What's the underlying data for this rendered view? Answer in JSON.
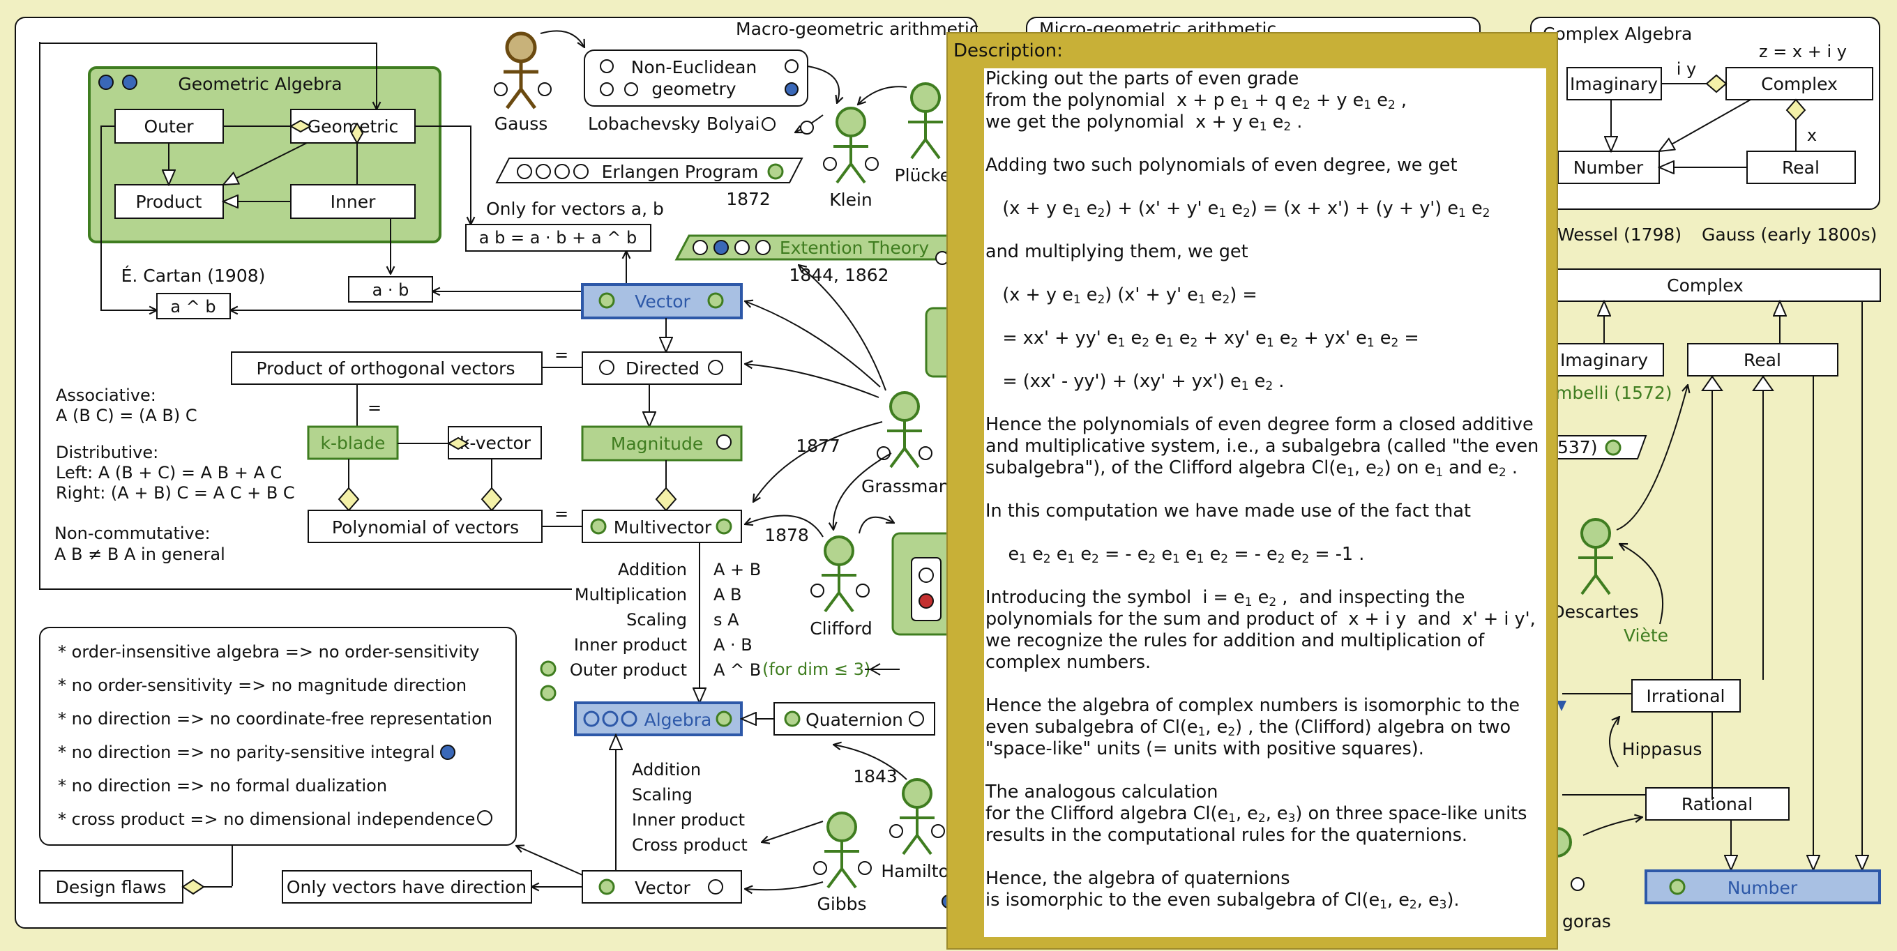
{
  "macro_panel": {
    "title": "Macro-geometric arithmetic",
    "geometric_algebra": {
      "title": "Geometric Algebra",
      "outer": "Outer",
      "geometric": "Geometric",
      "product": "Product",
      "inner": "Inner"
    },
    "gauss": "Gauss",
    "non_euclidean_1": "Non-Euclidean",
    "non_euclidean_2": "geometry",
    "lobachevsky": "Lobachevsky",
    "bolyai": "Bolyai",
    "erlangen": "Erlangen Program",
    "year_1872": "1872",
    "klein": "Klein",
    "plucker": "Plücker",
    "only_vectors_ab": "Only for vectors a, b",
    "ab_formula": "a b = a · b + a ^ b",
    "extension_theory": "Extention Theory",
    "year_1844_1862": "1844, 1862",
    "cartan": "É. Cartan (1908)",
    "a_wedge_b": "a ^ b",
    "a_dot_b": "a · b",
    "vector_top": "Vector",
    "product_orthogonal": "Product of orthogonal  vectors",
    "equals": "=",
    "directed": "Directed",
    "associative_1": "Associative:",
    "associative_2": "A (B C) = (A B) C",
    "distributive_1": "Distributive:",
    "distributive_2": "Left:   A (B + C) = A B + A C",
    "distributive_3": "Right: (A + B) C = A C + B C",
    "noncomm_1": "Non-commutative:",
    "noncomm_2": "A B ≠ B A in general",
    "k_blade": "k-blade",
    "k_vector": "k-vector",
    "magnitude": "Magnitude",
    "year_1877": "1877",
    "grassmann": "Grassmann",
    "polynomial_vectors": "Polynomial of vectors",
    "multivector": "Multivector",
    "year_1878": "1878",
    "clifford": "Clifford",
    "ops": [
      {
        "name": "Addition",
        "val": "A + B"
      },
      {
        "name": "Multiplication",
        "val": "A B"
      },
      {
        "name": "Scaling",
        "val": "s A"
      },
      {
        "name": "Inner product",
        "val": "A · B"
      },
      {
        "name": "Outer product",
        "val": "A ^ B"
      }
    ],
    "for_dim": "(for dim ≤ 3)",
    "flaws": [
      "* order-insensitive algebra => no order-sensitivity",
      "* no order-sensitivity => no magnitude direction",
      "* no direction => no coordinate-free representation",
      "* no direction => no parity-sensitive integral",
      "* no direction => no formal dualization",
      "* cross product => no dimensional independence"
    ],
    "algebra": "Algebra",
    "quaternion": "Quaternion",
    "year_1843": "1843",
    "hamilton": "Hamilton",
    "gibbs": "Gibbs",
    "vec_ops": [
      "Addition",
      "Scaling",
      "Inner product",
      "Cross product"
    ],
    "design_flaws": "Design flaws",
    "only_vectors_direction": "Only vectors have direction",
    "vector_bottom": "Vector"
  },
  "micro_panel": {
    "title": "Micro-geometric arithmetic"
  },
  "complex_panel": {
    "title": "Complex Algebra",
    "imaginary": "Imaginary",
    "complex": "Complex",
    "number": "Number",
    "real": "Real",
    "iy": "i y",
    "zxiy": "z = x + i y",
    "x": "x"
  },
  "right_side": {
    "wessel": "Wessel (1798)",
    "gauss_early": "Gauss (early 1800s)",
    "complex": "Complex",
    "imaginary": "Imaginary",
    "real": "Real",
    "bombelli": "mbelli (1572)",
    "cut_537": "537)",
    "descartes": "Descartes",
    "viete": "Viète",
    "irrational": "Irrational",
    "hippasus": "Hippasus",
    "rational": "Rational",
    "number": "Number",
    "goras": "goras"
  },
  "description": {
    "title": "Description:",
    "lines": [
      "Picking out the parts of even grade",
      "from the polynomial  x + p e<sub>1</sub> + q e<sub>2</sub> + y e<sub>1</sub> e<sub>2</sub> ,",
      "we get the polynomial  x + y e<sub>1</sub> e<sub>2</sub> .",
      "",
      "Adding two such polynomials of even degree, we get",
      "",
      "   (x + y e<sub>1</sub> e<sub>2</sub>) + (x' + y' e<sub>1</sub> e<sub>2</sub>) = (x + x') + (y + y') e<sub>1</sub> e<sub>2</sub>",
      "",
      "and multiplying them, we get",
      "",
      "   (x + y e<sub>1</sub> e<sub>2</sub>) (x' + y' e<sub>1</sub> e<sub>2</sub>) =",
      "",
      "   = xx' + yy' e<sub>1</sub> e<sub>2</sub> e<sub>1</sub> e<sub>2</sub> + xy' e<sub>1</sub> e<sub>2</sub> + yx' e<sub>1</sub> e<sub>2</sub> =",
      "",
      "   = (xx' - yy') + (xy' + yx') e<sub>1</sub> e<sub>2</sub> .",
      "",
      "Hence the polynomials of even degree form a closed additive",
      "and multiplicative system, i.e., a subalgebra (called \"the even",
      "subalgebra\"), of the Clifford algebra Cl(e<sub>1</sub>, e<sub>2</sub>) on e<sub>1</sub> and e<sub>2</sub> .",
      "",
      "In this computation we have made use of the fact that",
      "",
      "    e<sub>1</sub> e<sub>2</sub> e<sub>1</sub> e<sub>2</sub> = - e<sub>2</sub> e<sub>1</sub> e<sub>1</sub> e<sub>2</sub> = - e<sub>2</sub> e<sub>2</sub> = -1 .",
      "",
      "Introducing the symbol  i = e<sub>1</sub> e<sub>2</sub> ,  and inspecting the",
      "polynomials for the sum and product of  x + i y  and  x' + i y',",
      "we recognize the rules for addition and multiplication of",
      "complex numbers.",
      "",
      "Hence the algebra of complex numbers is isomorphic to the",
      "even subalgebra of Cl(e<sub>1</sub>, e<sub>2</sub>) , the (Clifford) algebra on two",
      "\"space-like\" units (= units with positive squares).",
      "",
      "The analogous calculation",
      "for the Clifford algebra Cl(e<sub>1</sub>, e<sub>2</sub>, e<sub>3</sub>) on three space-like units",
      "results in the computational rules for the quaternions.",
      "",
      "Hence, the algebra of quaternions",
      "is isomorphic to the even subalgebra of Cl(e<sub>1</sub>, e<sub>2</sub>, e<sub>3</sub>)."
    ]
  },
  "colors": {
    "green_fill": "#b3d48f",
    "green_stroke": "#3f7d20",
    "blue_fill": "#a8c0e3",
    "blue_stroke": "#2d58a8",
    "panel_bg": "#ffffff",
    "page_bg": "#f1f0c2",
    "desc_frame": "#c8b037"
  }
}
